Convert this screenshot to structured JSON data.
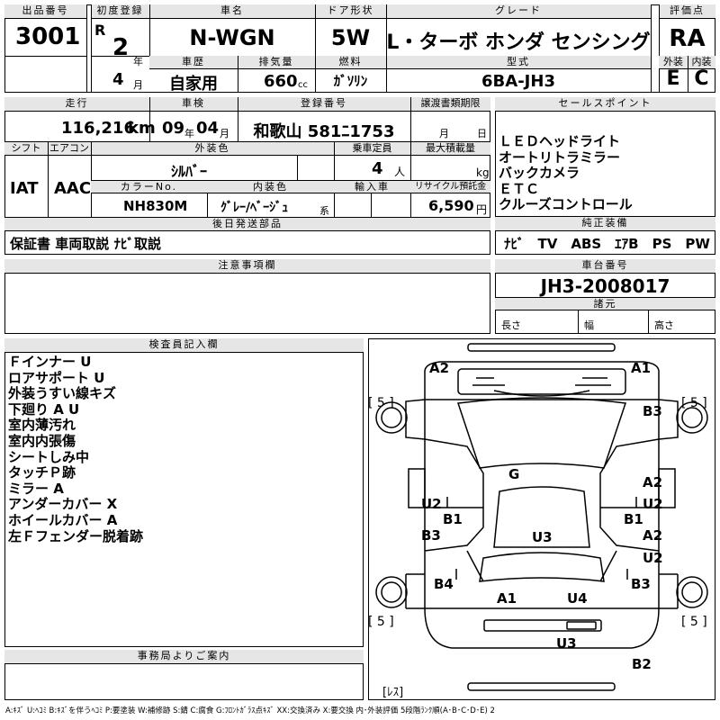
{
  "header": {
    "lot_label": "出品番号",
    "lot": "3001",
    "first_reg_label": "初度登録",
    "era": "R",
    "year": "2",
    "year_unit": "年",
    "month": "4",
    "month_unit": "月",
    "name_label": "車名",
    "name": "N-WGN",
    "door_label": "ドア形状",
    "door": "5W",
    "grade_label": "グレード",
    "grade": "L・ターボ ホンダ センシング",
    "score_label": "評価点",
    "score": "RA",
    "history_label": "車歴",
    "history": "自家用",
    "displacement_label": "排気量",
    "displacement": "660",
    "displacement_unit": "cc",
    "fuel_label": "燃料",
    "fuel": "ｶﾞｿﾘﾝ",
    "model_label": "型式",
    "model": "6BA-JH3",
    "exterior_label": "外装",
    "exterior": "E",
    "interior_label": "内装",
    "interior": "C"
  },
  "row2": {
    "mileage_label": "走行",
    "mileage": "116,216",
    "mileage_unit": "km",
    "inspection_label": "車検",
    "inspection_year": "09",
    "inspection_month": "04",
    "year_unit": "年",
    "month_unit": "月",
    "plate_label": "登録番号",
    "plate": "和歌山 581ﾆ1753",
    "transfer_label": "譲渡書類期限",
    "transfer_month": "月",
    "transfer_day": "日",
    "sales_label": "セールスポイント",
    "sales_points": [
      "ＬＥＤヘッドライト",
      "オートリトラミラー",
      "バックカメラ",
      "ＥＴＣ",
      "クルーズコントロール"
    ]
  },
  "specs": {
    "shift_label": "シフト",
    "shift": "IAT",
    "ac_label": "エアコン",
    "ac": "AAC",
    "color_label": "外装色",
    "color": "ｼﾙﾊﾞｰ",
    "capacity_label": "乗車定員",
    "capacity": "4",
    "capacity_unit": "人",
    "load_label": "最大積載量",
    "load_unit": "kg",
    "color_no_label": "カラーNo.",
    "color_no": "NH830M",
    "interior_color_label": "内装色",
    "interior_color": "ｸﾞﾚｰ/ﾍﾞｰｼﾞｭ",
    "interior_color_unit": "系",
    "import_label": "輸入車",
    "recycle_label": "リサイクル預託金",
    "recycle": "6,590",
    "recycle_unit": "円",
    "later_label": "後日発送部品",
    "later": "保証書 車両取説 ﾅﾋﾞ取説",
    "equip_label": "純正装備",
    "equip": "ﾅﾋﾞ　TV　ABS　ｴｱB　PS　PW"
  },
  "notes": {
    "label": "注意事項欄"
  },
  "chassis": {
    "label": "車台番号",
    "number": "JH3-2008017",
    "dims_label": "諸元",
    "length": "長さ",
    "width": "幅",
    "height": "高さ"
  },
  "inspector": {
    "label": "検査員記入欄",
    "items": [
      "Ｆインナー U",
      "ロアサポート U",
      "外装うすい線キズ",
      "下廻り A U",
      "室内薄汚れ",
      "室内内張傷",
      "シートしみ中",
      "タッチＰ跡",
      "ミラー A",
      "アンダーカバー X",
      "ホイールカバー A",
      "左Ｆフェンダー脱着跡"
    ]
  },
  "office": {
    "label": "事務局よりご案内"
  },
  "diagram": {
    "marks": {
      "a2_tl": "A2",
      "a1_tr": "A1",
      "b3_r1": "B3",
      "five_tl": "[ 5 ]",
      "five_tr": "[ 5 ]",
      "five_bl": "[ 5 ]",
      "five_br": "[ 5 ]",
      "g": "G",
      "u2_l": "U2",
      "b1_l": "B1",
      "b3_l": "B3",
      "a2_r1": "A2",
      "u2_r1": "U2",
      "b1_r": "B1",
      "a2_r2": "A2",
      "u2_r2": "U2",
      "u3_c": "U3",
      "b4_l": "B4",
      "b3_r2": "B3",
      "a1_b": "A1",
      "u4_b": "U4",
      "u3_b": "U3",
      "b2_b": "B2",
      "res": "[ﾚｽ]"
    }
  },
  "legend": "A:ｷｽﾞ U:ﾍｺﾐ B:ｷｽﾞを伴うﾍｺﾐ P:要塗装 W:補修跡 S:錆 C:腐食 G:ﾌﾛﾝﾄｶﾞﾗｽ点ｷｽﾞ XX:交換済み X:要交換  内･外装評価  5段階ﾗﾝｸ順(A･B･C･D･E) 2"
}
